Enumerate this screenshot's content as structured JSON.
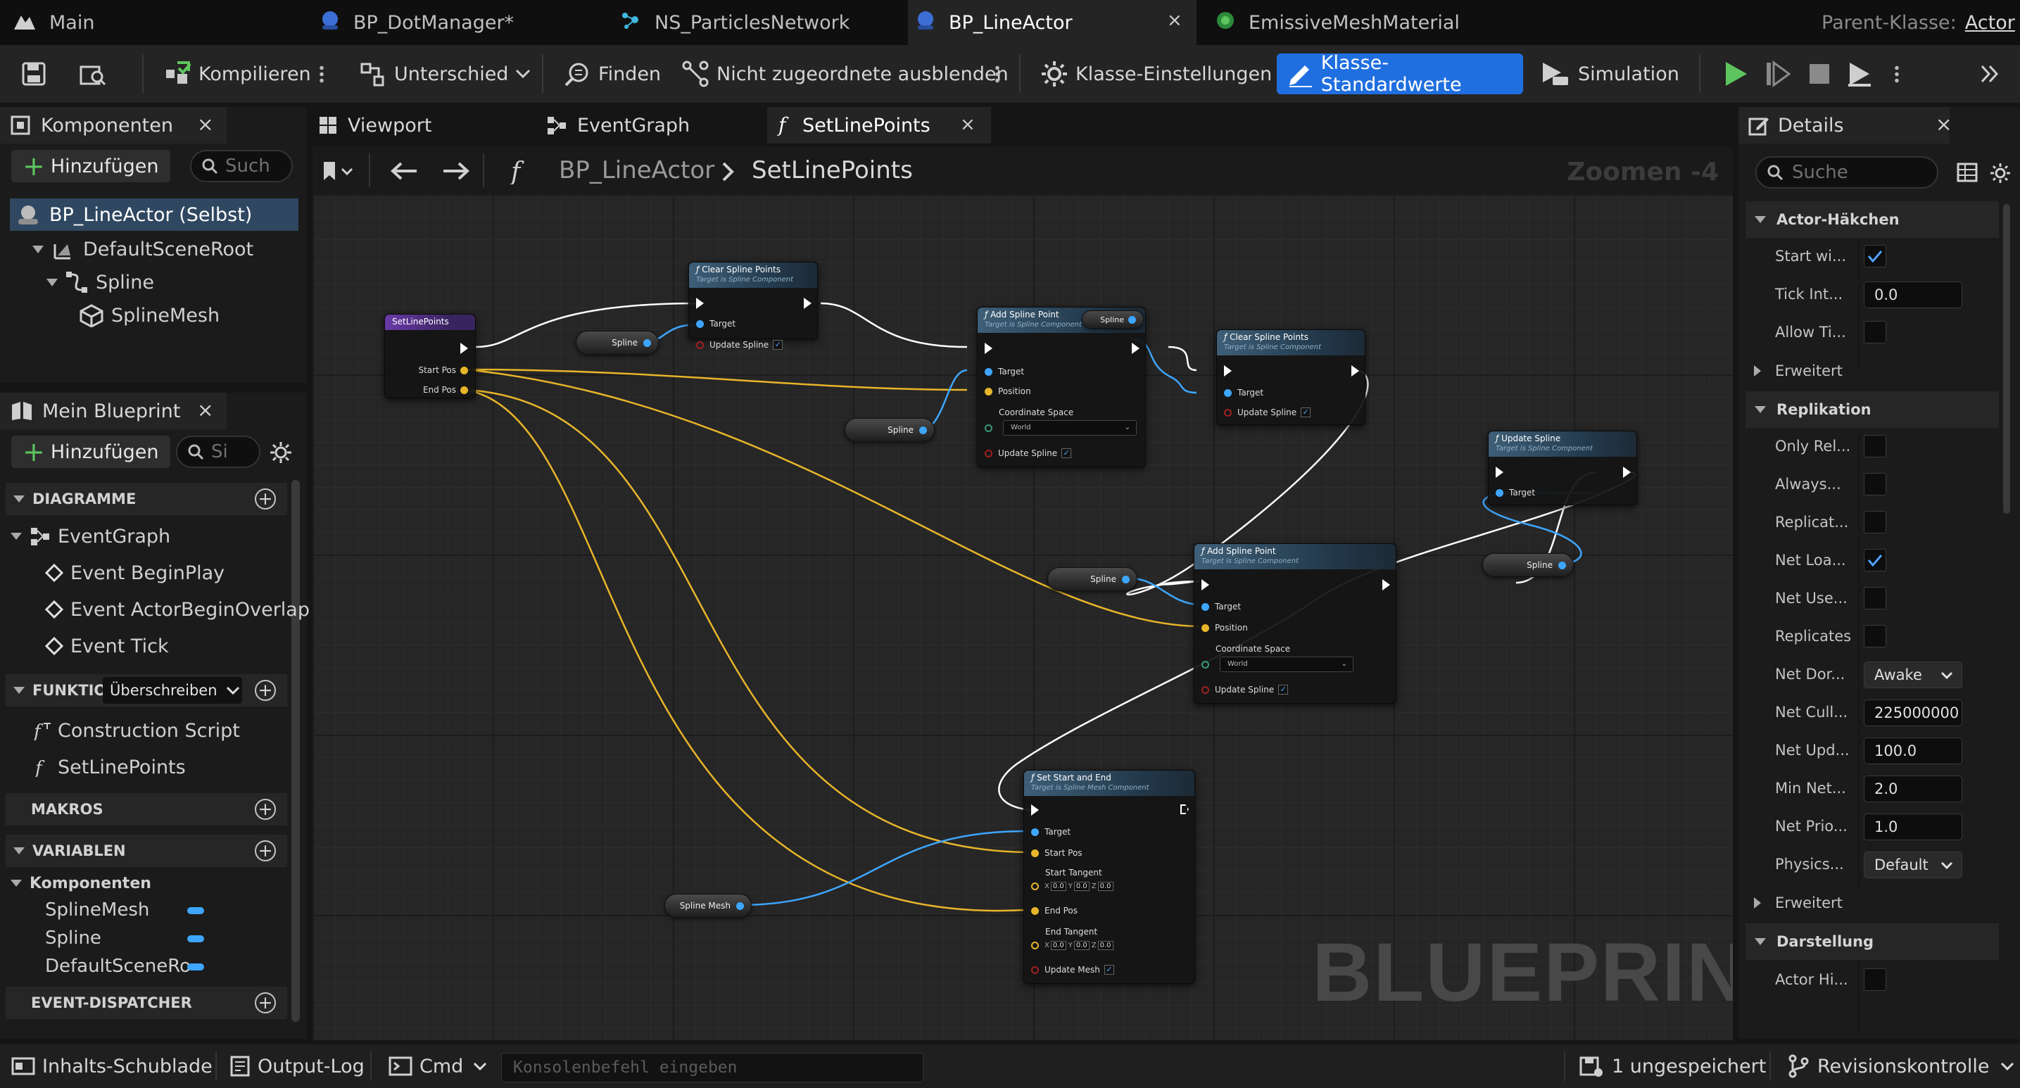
{
  "tabs": [
    {
      "label": "Main",
      "active": false
    },
    {
      "label": "BP_DotManager*",
      "active": false
    },
    {
      "label": "NS_ParticlesNetwork",
      "active": false
    },
    {
      "label": "BP_LineActor",
      "active": true
    },
    {
      "label": "EmissiveMeshMaterial",
      "active": false
    }
  ],
  "parent_class": {
    "label": "Parent-Klasse:",
    "value": "Actor"
  },
  "toolbar": {
    "compile": "Kompilieren",
    "diff": "Unterschied",
    "find": "Finden",
    "hide_unrelated": "Nicht zugeordnete ausblenden",
    "class_settings": "Klasse-Einstellungen",
    "class_defaults": "Klasse-Standardwerte",
    "simulation": "Simulation"
  },
  "components_panel": {
    "title": "Komponenten",
    "add": "Hinzufügen",
    "search_placeholder": "Such",
    "items": [
      "BP_LineActor (Selbst)",
      "DefaultSceneRoot",
      "Spline",
      "SplineMesh"
    ]
  },
  "my_blueprint": {
    "title": "Mein Blueprint",
    "add": "Hinzufügen",
    "search_placeholder": "Si",
    "graphs_header": "DIAGRAMME",
    "event_graph": "EventGraph",
    "events": [
      "Event BeginPlay",
      "Event ActorBeginOverlap",
      "Event Tick"
    ],
    "functions_header": "FUNKTION",
    "override": "Überschreiben",
    "functions": [
      "Construction Script",
      "SetLinePoints"
    ],
    "macros_header": "MAKROS",
    "variables_header": "VARIABLEN",
    "components_sub": "Komponenten",
    "variables": [
      "SplineMesh",
      "Spline",
      "DefaultSceneRo"
    ],
    "dispatchers_header": "EVENT-DISPATCHER"
  },
  "editor_tabs": [
    {
      "label": "Viewport"
    },
    {
      "label": "EventGraph"
    },
    {
      "label": "SetLinePoints"
    }
  ],
  "breadcrumb": {
    "root": "BP_LineActor",
    "current": "SetLinePoints"
  },
  "zoom": "Zoomen -4",
  "watermark": "BLUEPRINT",
  "graph": {
    "entry": {
      "title": "SetLinePoints",
      "pins": [
        "Start Pos",
        "End Pos"
      ]
    },
    "clear1": {
      "title": "Clear Spline Points",
      "subtitle": "Target is Spline Component",
      "pins": [
        "Target",
        "Update Spline"
      ]
    },
    "add1": {
      "title": "Add Spline Point",
      "subtitle": "Target is Spline Component",
      "pins": [
        "Target",
        "Position",
        "Coordinate Space",
        "Update Spline"
      ],
      "coord": "World",
      "hdr_var": "Spline"
    },
    "clear2": {
      "title": "Clear Spline Points",
      "subtitle": "Target is Spline Component",
      "pins": [
        "Target",
        "Update Spline"
      ]
    },
    "update": {
      "title": "Update Spline",
      "subtitle": "Target is Spline Component",
      "pins": [
        "Target"
      ]
    },
    "add2": {
      "title": "Add Spline Point",
      "subtitle": "Target is Spline Component",
      "pins": [
        "Target",
        "Position",
        "Coordinate Space",
        "Update Spline"
      ],
      "coord": "World"
    },
    "setse": {
      "title": "Set Start and End",
      "subtitle": "Target is Spline Mesh Component",
      "pins": [
        "Target",
        "Start Pos",
        "Start Tangent",
        "End Pos",
        "End Tangent",
        "Update Mesh"
      ],
      "vec": "0.0"
    },
    "vars": {
      "spline": "Spline",
      "spline_mesh": "Spline Mesh"
    }
  },
  "details": {
    "title": "Details",
    "search_placeholder": "Suche",
    "sections": {
      "tick": "Actor-Häkchen",
      "advanced": "Erweitert",
      "replication": "Replikation",
      "render": "Darstellung"
    },
    "tick_rows": [
      {
        "label": "Start wi...",
        "checked": true
      },
      {
        "label": "Tick Int...",
        "value": "0.0"
      },
      {
        "label": "Allow Ti...",
        "checked": false
      }
    ],
    "rep_rows": [
      {
        "label": "Only Rel...",
        "checked": false
      },
      {
        "label": "Always...",
        "checked": false
      },
      {
        "label": "Replicat...",
        "checked": false
      },
      {
        "label": "Net Loa...",
        "checked": true
      },
      {
        "label": "Net Use...",
        "checked": false
      },
      {
        "label": "Replicates",
        "checked": false
      },
      {
        "label": "Net Dor...",
        "value": "Awake",
        "dropdown": true
      },
      {
        "label": "Net Cull...",
        "value": "225000000"
      },
      {
        "label": "Net Upd...",
        "value": "100.0"
      },
      {
        "label": "Min Net...",
        "value": "2.0"
      },
      {
        "label": "Net Prio...",
        "value": "1.0"
      },
      {
        "label": "Physics...",
        "value": "Default",
        "dropdown": true
      }
    ],
    "render_rows": [
      {
        "label": "Actor Hi...",
        "checked": false
      }
    ]
  },
  "statusbar": {
    "content_drawer": "Inhalts-Schublade",
    "output_log": "Output-Log",
    "cmd": "Cmd",
    "console_placeholder": "Konsolenbefehl eingeben",
    "unsaved": "1 ungespeichert",
    "revision": "Revisionskontrolle"
  },
  "colors": {
    "accent": "#1f6fe0",
    "exec_wire": "#ffffff",
    "vector_wire": "#e8b52a",
    "object_wire": "#3ea6ff",
    "play": "#5ec55e"
  }
}
